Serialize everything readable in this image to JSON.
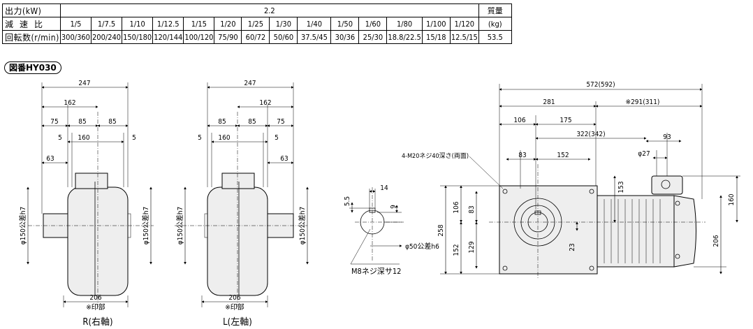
{
  "spec_table": {
    "output_label": "出力(kW)",
    "output_value": "2.2",
    "mass_label_top": "質量",
    "mass_label_bottom": "(kg)",
    "ratio_label": "減速比",
    "ratios": [
      "1/5",
      "1/7.5",
      "1/10",
      "1/12.5",
      "1/15",
      "1/20",
      "1/25",
      "1/30",
      "1/40",
      "1/50",
      "1/60",
      "1/80",
      "1/100",
      "1/120"
    ],
    "speed_label": "回転数(r/min)",
    "speeds": [
      "300/360",
      "200/240",
      "150/180",
      "120/144",
      "100/120",
      "75/90",
      "60/72",
      "50/60",
      "37.5/45",
      "30/36",
      "25/30",
      "18.8/22.5",
      "15/18",
      "12.5/15"
    ],
    "mass_value": "53.5"
  },
  "figure_number": "図番HY030",
  "view_r": {
    "caption": "R(右軸)",
    "dims": {
      "d247": "247",
      "d162": "162",
      "d75": "75",
      "d85a": "85",
      "d85b": "85",
      "d5a": "5",
      "d160": "160",
      "d5b": "5",
      "d63": "63",
      "d206": "206"
    },
    "shaft_label_left": "φ150公差h7",
    "shaft_label_right": "φ150公差h7",
    "mark_label": "※印部"
  },
  "view_l": {
    "caption": "L(左軸)",
    "dims": {
      "d247": "247",
      "d162": "162",
      "d85a": "85",
      "d85b": "85",
      "d75": "75",
      "d5a": "5",
      "d160": "160",
      "d5b": "5",
      "d63": "63",
      "d206": "206"
    },
    "shaft_label_left": "φ150公差h7",
    "shaft_label_right": "φ150公差h7",
    "mark_label": "※印部"
  },
  "shaft_detail": {
    "d14": "14",
    "d55": "5.5",
    "d9": "9",
    "dia_label": "φ50公差h6",
    "tap_label": "M8ネジ深サ12"
  },
  "front_view": {
    "d572": "572(592)",
    "d281": "281",
    "d291": "※291(311)",
    "d106": "106",
    "d175": "175",
    "d322": "322(342)",
    "d93": "93",
    "tap_note": "4-M20ネジ40深さ(両面)",
    "d83h": "83",
    "d152h": "152",
    "d27": "φ27",
    "d153": "153",
    "d160": "160",
    "d258": "258",
    "d106v": "106",
    "d83v": "83",
    "d152v": "152",
    "d129": "129",
    "d23": "23",
    "d206": "206"
  }
}
